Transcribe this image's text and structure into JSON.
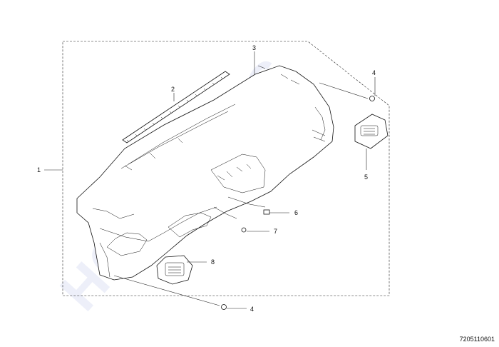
{
  "diagram": {
    "callouts": [
      {
        "id": "1",
        "label": "1"
      },
      {
        "id": "2",
        "label": "2"
      },
      {
        "id": "3",
        "label": "3"
      },
      {
        "id": "4a",
        "label": "4"
      },
      {
        "id": "5",
        "label": "5"
      },
      {
        "id": "6",
        "label": "6"
      },
      {
        "id": "7",
        "label": "7"
      },
      {
        "id": "8",
        "label": "8"
      },
      {
        "id": "4b",
        "label": "4"
      }
    ],
    "drawing_number": "7205110601",
    "watermark": "HCT PARTS",
    "colors": {
      "line": "#111111",
      "watermark": "#dfe3f5"
    }
  }
}
